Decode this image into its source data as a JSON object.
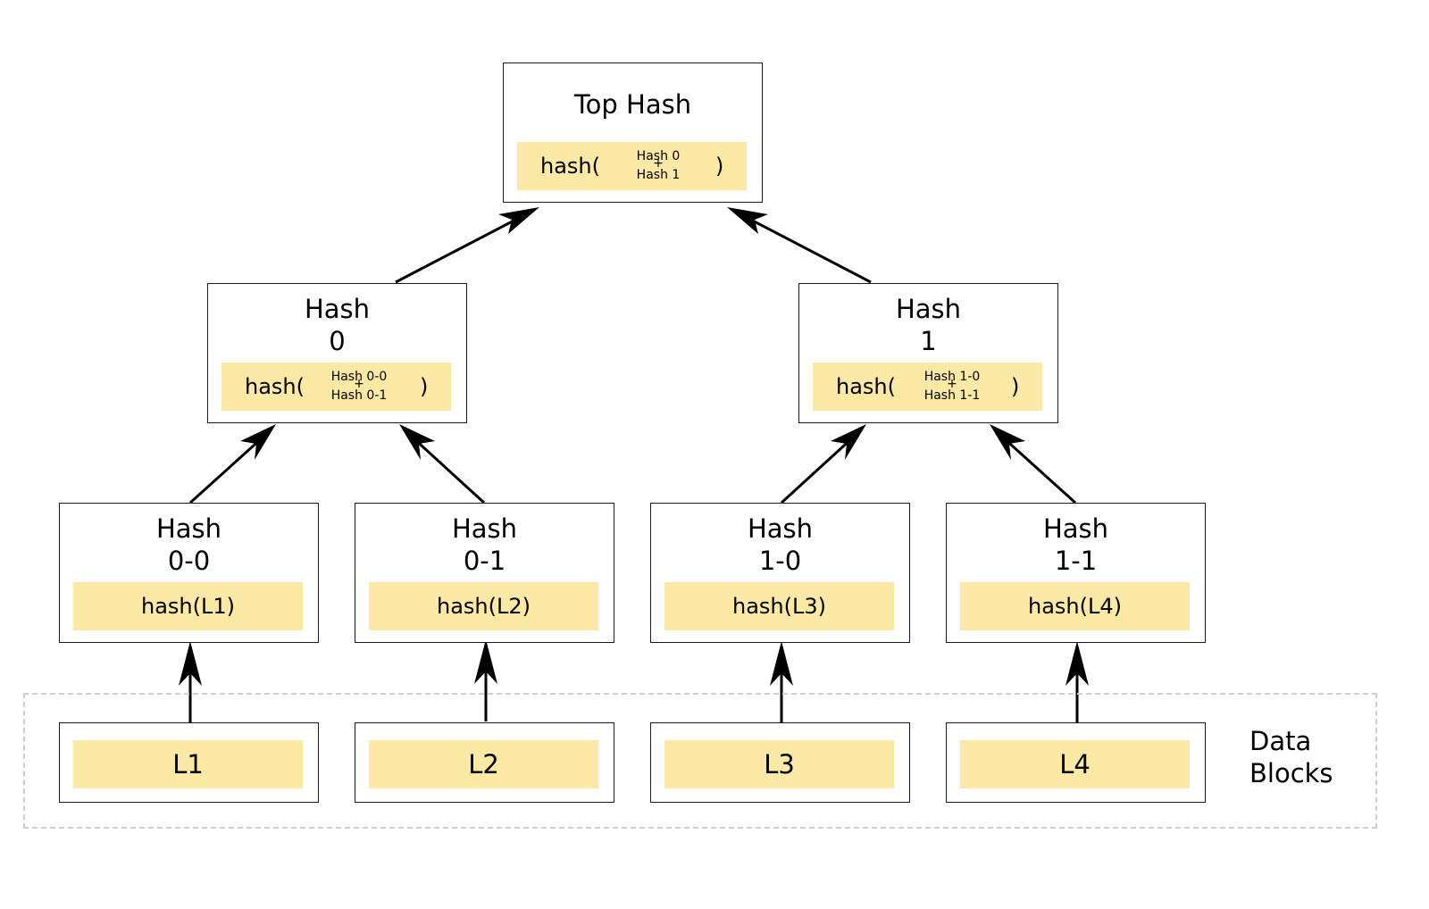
{
  "top": {
    "title": "Top Hash",
    "fn": "hash(",
    "arg1": "Hash 0",
    "plus": "+",
    "arg2": "Hash 1",
    "close": ")"
  },
  "mid": [
    {
      "title_line1": "Hash",
      "title_line2": "0",
      "fn": "hash(",
      "arg1": "Hash 0-0",
      "plus": "+",
      "arg2": "Hash 0-1",
      "close": ")"
    },
    {
      "title_line1": "Hash",
      "title_line2": "1",
      "fn": "hash(",
      "arg1": "Hash 1-0",
      "plus": "+",
      "arg2": "Hash 1-1",
      "close": ")"
    }
  ],
  "leaves": [
    {
      "title_line1": "Hash",
      "title_line2": "0-0",
      "fn": "hash(L1)"
    },
    {
      "title_line1": "Hash",
      "title_line2": "0-1",
      "fn": "hash(L2)"
    },
    {
      "title_line1": "Hash",
      "title_line2": "1-0",
      "fn": "hash(L3)"
    },
    {
      "title_line1": "Hash",
      "title_line2": "1-1",
      "fn": "hash(L4)"
    }
  ],
  "data_blocks": {
    "label_line1": "Data",
    "label_line2": "Blocks",
    "items": [
      "L1",
      "L2",
      "L3",
      "L4"
    ]
  },
  "colors": {
    "fn_fill": "#fde9a6",
    "border": "#1a1a1a",
    "dashed": "#cfcfcf"
  }
}
